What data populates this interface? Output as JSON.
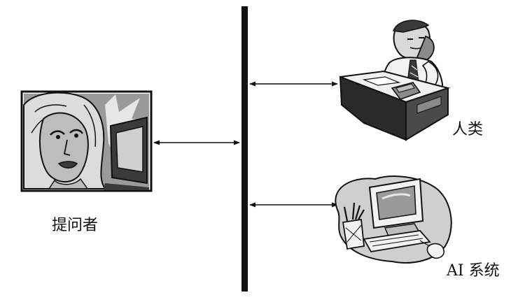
{
  "labels": {
    "questioner": "提问者",
    "human": "人类",
    "ai_system": "AI 系统"
  },
  "colors": {
    "ink": "#111111",
    "mid_gray": "#8a8a8a",
    "light_gray": "#c9c9c9",
    "dark_gray": "#3a3a3a",
    "background": "#ffffff"
  }
}
